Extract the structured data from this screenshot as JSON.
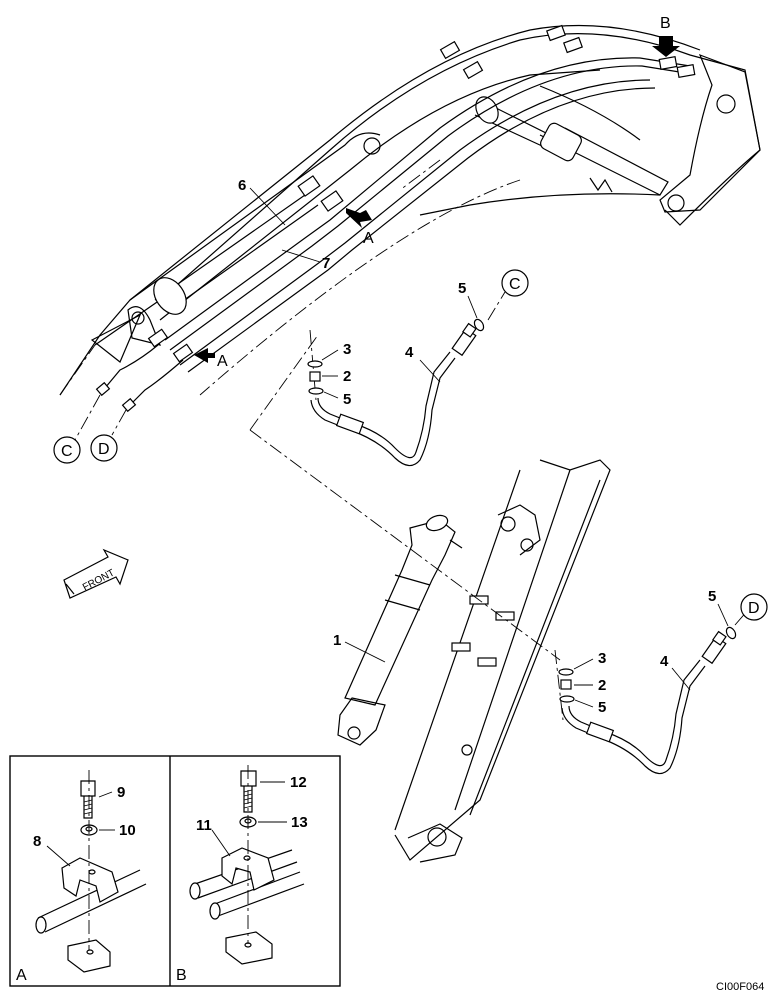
{
  "callouts": {
    "c1": "1",
    "c2a": "2",
    "c2b": "2",
    "c3a": "3",
    "c3b": "3",
    "c4a": "4",
    "c4b": "4",
    "c5a": "5",
    "c5b": "5",
    "c5c": "5",
    "c5d": "5",
    "c6": "6",
    "c7": "7",
    "c8": "8",
    "c9": "9",
    "c10": "10",
    "c11": "11",
    "c12": "12",
    "c13": "13"
  },
  "view_markers": {
    "arrow_a1": "A",
    "arrow_a2": "A",
    "arrow_b": "B",
    "detail_a": "A",
    "detail_b": "B"
  },
  "connectors": {
    "c_top": "C",
    "c_bottom": "C",
    "d_bottom": "D",
    "d_right": "D"
  },
  "front_label": "FRONT",
  "figure_code": "CI00F064",
  "icons": [
    "front-arrow-icon",
    "view-direction-arrow-icon"
  ]
}
